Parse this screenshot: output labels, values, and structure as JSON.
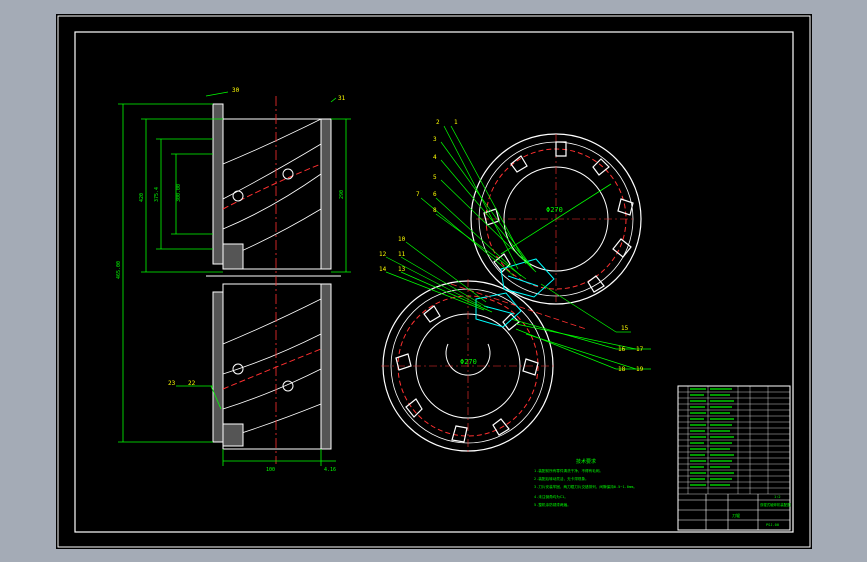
{
  "drawing": {
    "callouts_left": [
      "30",
      "31",
      "23",
      "22"
    ],
    "callouts_right_top": [
      "2",
      "1",
      "3",
      "4",
      "5",
      "7",
      "6",
      "8"
    ],
    "callouts_right_mid": [
      "10",
      "11",
      "12",
      "13",
      "14",
      "15"
    ],
    "callouts_right_bottom": [
      "15",
      "16",
      "17",
      "18",
      "19"
    ],
    "dims_left": [
      "465.00",
      "420",
      "375.4",
      "300.00",
      "290",
      "100",
      "4.16"
    ],
    "diameter_upper": "Φ270",
    "diameter_lower": "Φ270",
    "notes_title": "技术要求",
    "notes": [
      "1.装配前所有零件清洗干净，不得有毛刺。",
      "2.装配后转动灵活，无卡滞现象。",
      "3.刀片安装牢固，两刀辊刀片交错排列，间隙保持0.5~1.0mm。",
      "4.未注倒角均为C1。",
      "5.整机涂防锈漆两遍。"
    ]
  },
  "title_block": {
    "title": "双辊式破碎机装配图",
    "name": "刀辊",
    "scale": "1:2",
    "drawing_no": "PSJ-00"
  },
  "colors": {
    "line": "#ffffff",
    "dim": "#00ff00",
    "center": "#ff3030",
    "text": "#ffff00",
    "part": "#00ffff"
  }
}
